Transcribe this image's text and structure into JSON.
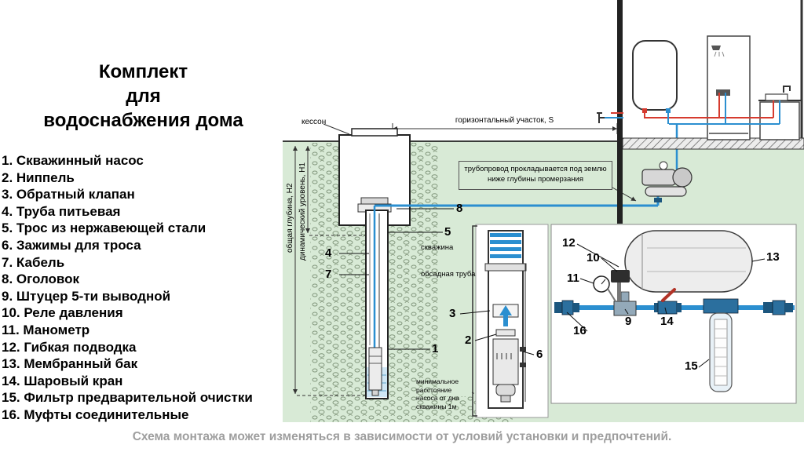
{
  "title": {
    "lines": [
      "Комплект",
      "для",
      "водоснабжения дома"
    ]
  },
  "legend": {
    "items": [
      "1. Скважинный насос",
      "2. Ниппель",
      "3. Обратный клапан",
      "4. Труба питьевая",
      "5. Трос из нержавеющей стали",
      "6. Зажимы для троса",
      "7. Кабель",
      "8. Оголовок",
      "9. Штуцер 5-ти выводной",
      "10. Реле давления",
      "11. Манометр",
      "12. Гибкая подводка",
      "13. Мембранный бак",
      "14. Шаровый кран",
      "15. Фильтр предварительной очистки",
      "16. Муфты соединительные"
    ]
  },
  "diagram": {
    "labels": {
      "kesson": "кессон",
      "horizontal_section": "горизонтальный участок, S",
      "pipeline_note": "трубопровод прокладывается под землю ниже глубины промерзания",
      "depth_total": "общая глубина, Н2",
      "depth_dynamic": "динамический уровень, Н1",
      "well": "скважина",
      "casing": "обсадная труба",
      "min_distance": "минимальное расстояние насоса от дна скважины 1м"
    },
    "callouts": [
      "1",
      "2",
      "3",
      "4",
      "5",
      "6",
      "7",
      "8",
      "9",
      "10",
      "11",
      "12",
      "13",
      "14",
      "15",
      "16"
    ]
  },
  "colors": {
    "ground": "#d8ead6",
    "pipe_cold": "#2b8fd0",
    "pipe_hot": "#d63b2f"
  },
  "footer": {
    "caption": "Схема монтажа может изменяться в зависимости от условий установки и предпочтений."
  }
}
